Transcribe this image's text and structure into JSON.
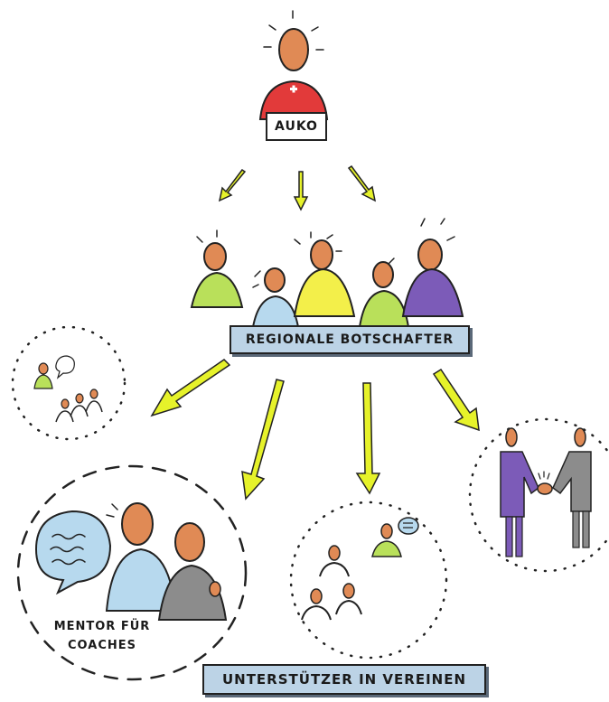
{
  "top": {
    "label": "AUKO"
  },
  "middle": {
    "label": "REGIONALE BOTSCHAFTER"
  },
  "mentor": {
    "label": "MENTOR FÜR COACHES"
  },
  "bottom": {
    "label": "UNTERSTÜTZER IN VEREINEN"
  },
  "colors": {
    "skin": "#e08a55",
    "arrow": "#e6f22a",
    "swiss_red": "#e23a3a",
    "green": "#b9e05a",
    "light_blue": "#b7d9ee",
    "yellow": "#f3ef4a",
    "purple": "#7c5bb8",
    "gray": "#8c8c8c",
    "label_fill": "#bcd3e6"
  },
  "icons": [
    "person-icon",
    "swiss-cross-icon",
    "arrow-icon",
    "speech-bubble-icon",
    "handshake-icon"
  ]
}
